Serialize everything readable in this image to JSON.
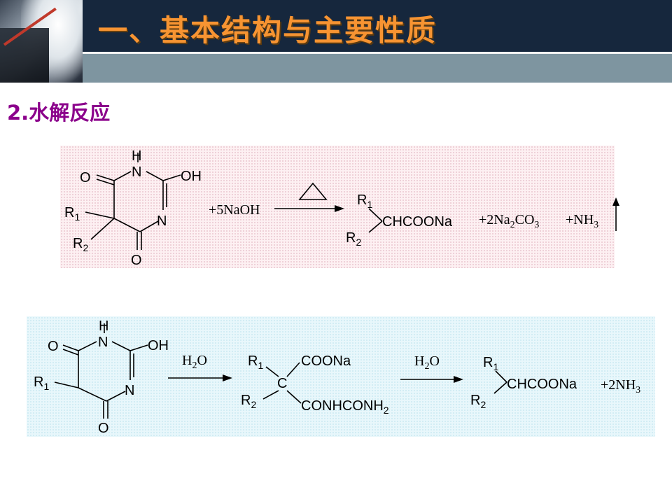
{
  "header": {
    "title": "一、基本结构与主要性质"
  },
  "section": {
    "heading": "2.水解反应"
  },
  "reaction1": {
    "reactant_atoms": {
      "h_top": "H",
      "n_top": "N",
      "oh": "OH",
      "o_left": "O",
      "r1": "R",
      "r1_sub": "1",
      "r2": "R",
      "r2_sub": "2",
      "n_right": "N",
      "o_bottom": "O"
    },
    "reagent": "+5NaOH",
    "condition": "△",
    "product_r1": "R",
    "product_r1_sub": "1",
    "product_main": "CHCOONa",
    "product_r2": "R",
    "product_r2_sub": "2",
    "byproduct1_pre": "+2Na",
    "byproduct1_sub1": "2",
    "byproduct1_mid": "CO",
    "byproduct1_sub2": "3",
    "byproduct2_pre": "+NH",
    "byproduct2_sub": "3"
  },
  "reaction2": {
    "reactant_atoms": {
      "h_top": "H",
      "n_top": "N",
      "oh": "OH",
      "o_left": "O",
      "r1": "R",
      "r1_sub": "1",
      "n_right": "N",
      "o_bottom": "O"
    },
    "arrow1_reagent_h": "H",
    "arrow1_reagent_sub": "2",
    "arrow1_reagent_o": "O",
    "intermediate": {
      "r1": "R",
      "r1_sub": "1",
      "coona": "COONa",
      "c": "C",
      "r2": "R",
      "r2_sub": "2",
      "conhconh": "CONHCONH",
      "conhconh_sub": "2"
    },
    "arrow2_reagent_h": "H",
    "arrow2_reagent_sub": "2",
    "arrow2_reagent_o": "O",
    "product_r1": "R",
    "product_r1_sub": "1",
    "product_main": "CHCOONa",
    "product_r2": "R",
    "product_r2_sub": "2",
    "byproduct_pre": "+2NH",
    "byproduct_sub": "3"
  }
}
